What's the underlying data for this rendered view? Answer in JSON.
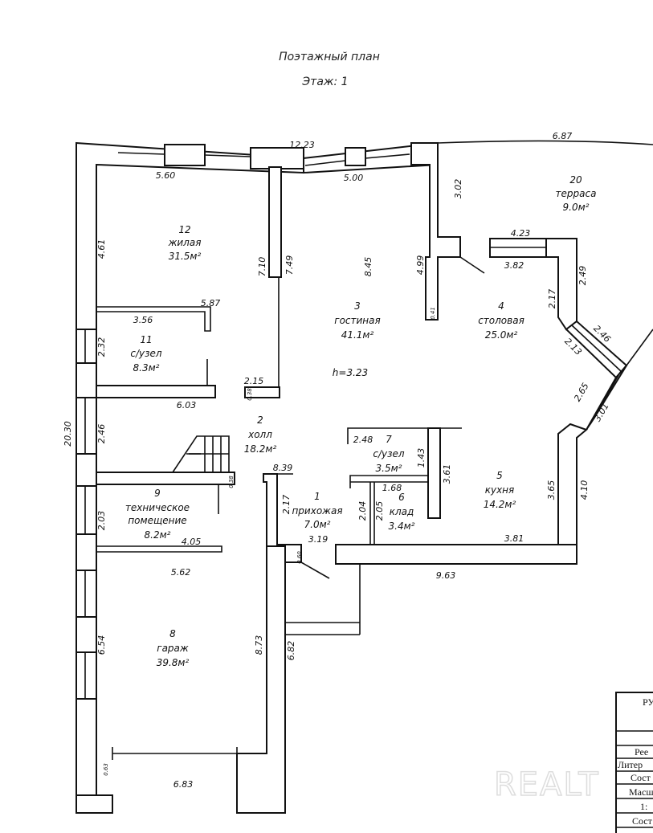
{
  "header": {
    "title": "Поэтажный план",
    "floor": "Этаж: 1"
  },
  "rooms": [
    {
      "number": "1",
      "name": "прихожая",
      "area": "7.0м²"
    },
    {
      "number": "2",
      "name": "холл",
      "area": "18.2м²"
    },
    {
      "number": "3",
      "name": "гостиная",
      "area": "41.1м²",
      "height": "h=3.23"
    },
    {
      "number": "4",
      "name": "столовая",
      "area": "25.0м²"
    },
    {
      "number": "5",
      "name": "кухня",
      "area": "14.2м²"
    },
    {
      "number": "6",
      "name": "клад",
      "area": "3.4м²"
    },
    {
      "number": "7",
      "name": "с/узел",
      "area": "3.5м²"
    },
    {
      "number": "8",
      "name": "гараж",
      "area": "39.8м²"
    },
    {
      "number": "9",
      "name": "техническое",
      "name2": "помещение",
      "area": "8.2м²"
    },
    {
      "number": "11",
      "name": "с/узел",
      "area": "8.3м²"
    },
    {
      "number": "12",
      "name": "жилая",
      "area": "31.5м²"
    },
    {
      "number": "20",
      "name": "терраса",
      "area": "9.0м²"
    }
  ],
  "dimensions": [
    "12.23",
    "6.87",
    "5.60",
    "5.00",
    "3.02",
    "4.61",
    "7.10",
    "7.49",
    "8.45",
    "4.99",
    "0.41",
    "4.23",
    "3.82",
    "2.49",
    "2.17",
    "2.46",
    "2.13",
    "2.65",
    "3.01",
    "5.87",
    "3.56",
    "2.32",
    "2.15",
    "0.38",
    "6.03",
    "20.30",
    "2.46",
    "2.48",
    "1.43",
    "3.61",
    "8.39",
    "0.38",
    "2.03",
    "2.17",
    "1.68",
    "2.04",
    "2.05",
    "4.05",
    "3.19",
    "0.60",
    "3.81",
    "3.65",
    "4.10",
    "5.62",
    "9.63",
    "6.54",
    "8.73",
    "6.82",
    "0.63",
    "6.83"
  ],
  "stamp": {
    "rows": [
      "РУ",
      "",
      "Рее",
      "Литер",
      "Сост",
      "Масш",
      "1:",
      "Сост"
    ]
  },
  "watermark": "REALT"
}
